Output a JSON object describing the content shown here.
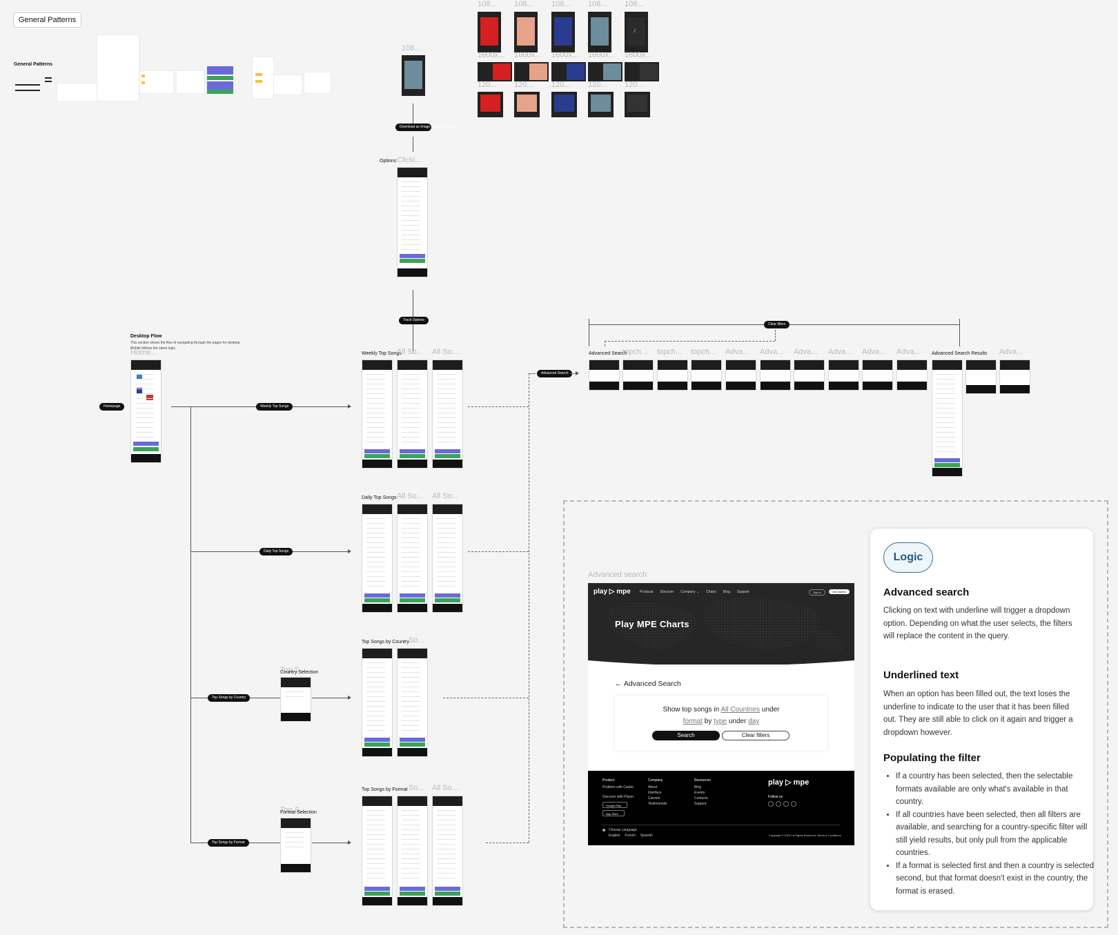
{
  "header": {
    "chip_label": "General Patterns",
    "section_label": "General Patterns"
  },
  "export_grid": {
    "row1_labels": [
      "108...",
      "108...",
      "108...",
      "108...",
      "108..."
    ],
    "row2_labels": [
      "1600x...",
      "1600x...",
      "1600x...",
      "1600x...",
      "1600x..."
    ],
    "row3_labels": [
      "120...",
      "120...",
      "120...",
      "120...",
      "120..."
    ]
  },
  "top_flow": {
    "top_frame_label": "108...",
    "download_pill": "Download as Image (Social Sharing)",
    "options_label": "Options",
    "options_ghost": "Clicki...",
    "track_options_pill": "Track Options"
  },
  "desktop_flow": {
    "title": "Desktop Flow",
    "description_line1": "This section shows the flow of navigating through the pages for desktop.",
    "description_line2": "Mobile follows the same logic.",
    "home_ghost": "Home...",
    "homepage_pill": "Homepage",
    "weekly_pill": "Weekly Top Songs",
    "daily_pill": "Daily Top Songs",
    "country_pill": "Top Songs by Country",
    "format_pill": "Top Songs by Format",
    "country_selection": "Country Selection",
    "format_selection": "Format Selection",
    "country_ghost": "Top S...",
    "format_ghost": "Top S..."
  },
  "columns": {
    "weekly_title": "Weekly Top Songs",
    "daily_title": "Daily Top Songs",
    "country_title": "Top Songs by Country",
    "format_title": "Top Songs by Format",
    "ghost_all": "All So...",
    "ghost_so": "So...",
    "ghost_all_short": "All S..."
  },
  "advanced_flow": {
    "advanced_pill": "Advanced Search",
    "clear_pill": "Clear filters",
    "first_title": "Advanced Search",
    "results_title": "Advanced Search Results",
    "ghost_labels": [
      "topch...",
      "topch...",
      "topch...",
      "Adva...",
      "Adva...",
      "Adva...",
      "Adva...",
      "Adva...",
      "Adva..."
    ],
    "last_ghost": "Adva..."
  },
  "mock_page": {
    "frame_label": "Advanced search",
    "logo": "play ▷ mpe",
    "nav": [
      "Products",
      "Discover",
      "Company ⌄",
      "Charts",
      "Blog",
      "Support"
    ],
    "sign_in": "Sign in",
    "get_started": "Get started",
    "hero_title": "Play MPE Charts",
    "back_label": "← Advanced Search",
    "query": {
      "part1": "Show top songs in",
      "country": "All Countries",
      "part2": "under",
      "format": "format",
      "part3": "by",
      "type": "type",
      "part4": "under",
      "day": "day"
    },
    "search_button": "Search",
    "clear_button": "Clear filters",
    "footer": {
      "col1_title": "Product",
      "col1_items": [
        "Problem with Caster",
        "Discover with Player"
      ],
      "google_play": "Google Play",
      "app_store": "App Store",
      "col2_title": "Company",
      "col2_items": [
        "About",
        "Interface",
        "Careers",
        "Testimonials"
      ],
      "col3_title": "Resources",
      "col3_items": [
        "Blog",
        "Events",
        "Contacts",
        "Support"
      ],
      "logo": "play ▷ mpe",
      "follow": "Follow us",
      "language": "Choose Language",
      "languages": "English     French     Spanish",
      "copyright": "Copyright © 2023 Yd Rights Reserved. Terms & Conditions"
    }
  },
  "logic": {
    "tag": "Logic",
    "h1": "Advanced search",
    "p1": "Clicking on text with underline will trigger a dropdown option. Depending on what the user selects, the filters will replace the content in the query.",
    "h2": "Underlined text",
    "p2": "When an option has been filled out, the text loses the underline to indicate to the user that it has been filled out. They are still able to click on it again and trigger a dropdown however.",
    "h3": "Populating the filter",
    "bullets": [
      "If a country has been selected, then the selectable formats available are only what's available in that country.",
      "If all countries have been selected, then all filters are available, and searching for a country-specific filter will still yield results, but only pull from the applicable countries.",
      "If a format is selected first and then a country is selected second, but that format doesn't exist in the country, the format is erased."
    ]
  },
  "colors": {
    "canvas": "#f4f4f4",
    "dark": "#111111",
    "accent_blue": "#2f6f98",
    "green": "#3aa35a",
    "purple": "#6a6ad8"
  }
}
